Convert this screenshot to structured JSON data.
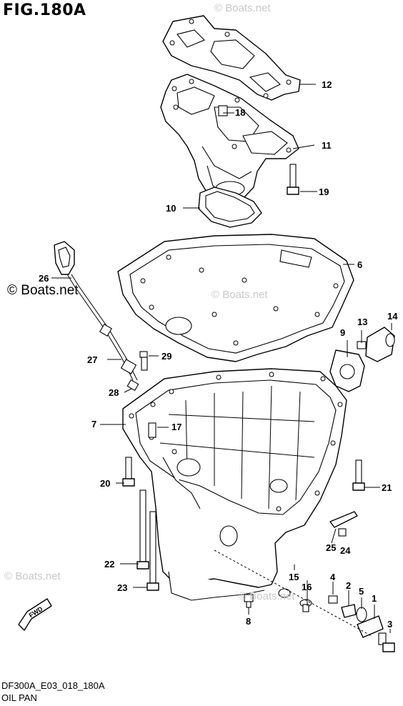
{
  "header": {
    "title": "FIG.180A"
  },
  "footer": {
    "code": "DF300A_E03_018_180A",
    "name": "OIL PAN"
  },
  "watermarks": {
    "main": "© Boats.net",
    "faint": "© Boats.net"
  },
  "fwd_label": "FWD",
  "callouts": [
    {
      "id": "c12",
      "text": "12"
    },
    {
      "id": "c18",
      "text": "18"
    },
    {
      "id": "c11",
      "text": "11"
    },
    {
      "id": "c19",
      "text": "19"
    },
    {
      "id": "c10",
      "text": "10"
    },
    {
      "id": "c6",
      "text": "6"
    },
    {
      "id": "c26",
      "text": "26"
    },
    {
      "id": "c13",
      "text": "13"
    },
    {
      "id": "c14",
      "text": "14"
    },
    {
      "id": "c9",
      "text": "9"
    },
    {
      "id": "c27",
      "text": "27"
    },
    {
      "id": "c29",
      "text": "29"
    },
    {
      "id": "c28",
      "text": "28"
    },
    {
      "id": "c7",
      "text": "7"
    },
    {
      "id": "c17",
      "text": "17"
    },
    {
      "id": "c20",
      "text": "20"
    },
    {
      "id": "c21",
      "text": "21"
    },
    {
      "id": "c25",
      "text": "25"
    },
    {
      "id": "c24",
      "text": "24"
    },
    {
      "id": "c22",
      "text": "22"
    },
    {
      "id": "c15",
      "text": "15"
    },
    {
      "id": "c16",
      "text": "16"
    },
    {
      "id": "c4",
      "text": "4"
    },
    {
      "id": "c2",
      "text": "2"
    },
    {
      "id": "c5",
      "text": "5"
    },
    {
      "id": "c1",
      "text": "1"
    },
    {
      "id": "c23",
      "text": "23"
    },
    {
      "id": "c8",
      "text": "8"
    },
    {
      "id": "c3",
      "text": "3"
    }
  ]
}
